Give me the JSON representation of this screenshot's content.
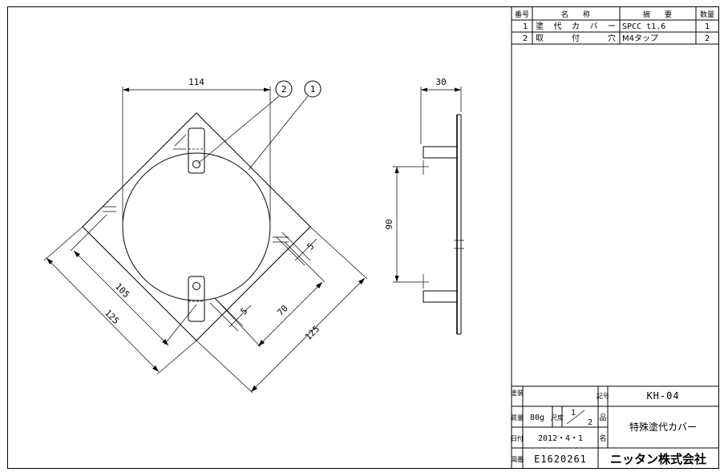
{
  "parts_table": {
    "headers": {
      "no": "番号",
      "name": "名　　称",
      "spec": "摘　　要",
      "qty": "数量"
    },
    "rows": [
      {
        "no": "1",
        "name": "塗代カバー",
        "spec": "SPCC t1.6",
        "qty": "1"
      },
      {
        "no": "2",
        "name": "取　付　穴",
        "spec": "M4タップ",
        "qty": "2"
      }
    ]
  },
  "drawing": {
    "callouts": [
      "2",
      "1"
    ],
    "dimensions": {
      "top_width": "114",
      "diag_105": "105",
      "diag_125_left": "125",
      "diag_125_right": "125",
      "dim_70": "70",
      "dim_5_upper": "5",
      "dim_5_lower": "5",
      "side_30": "30",
      "side_90": "90"
    }
  },
  "title_block": {
    "coating_label": "塗装",
    "coating_value": "",
    "mass_label": "質量",
    "mass_value": "80g",
    "scale_label": "尺度",
    "scale_num": "1",
    "scale_den": "2",
    "date_label": "日付",
    "date_value": "2012・4・1",
    "drawing_no_label": "図番",
    "drawing_no_value": "E1620261",
    "code_label": "記号",
    "code_value": "KH-04",
    "product_label_top": "品",
    "product_label_bottom": "名",
    "product_name": "特殊塗代カバー",
    "company": "ニッタン株式会社"
  }
}
